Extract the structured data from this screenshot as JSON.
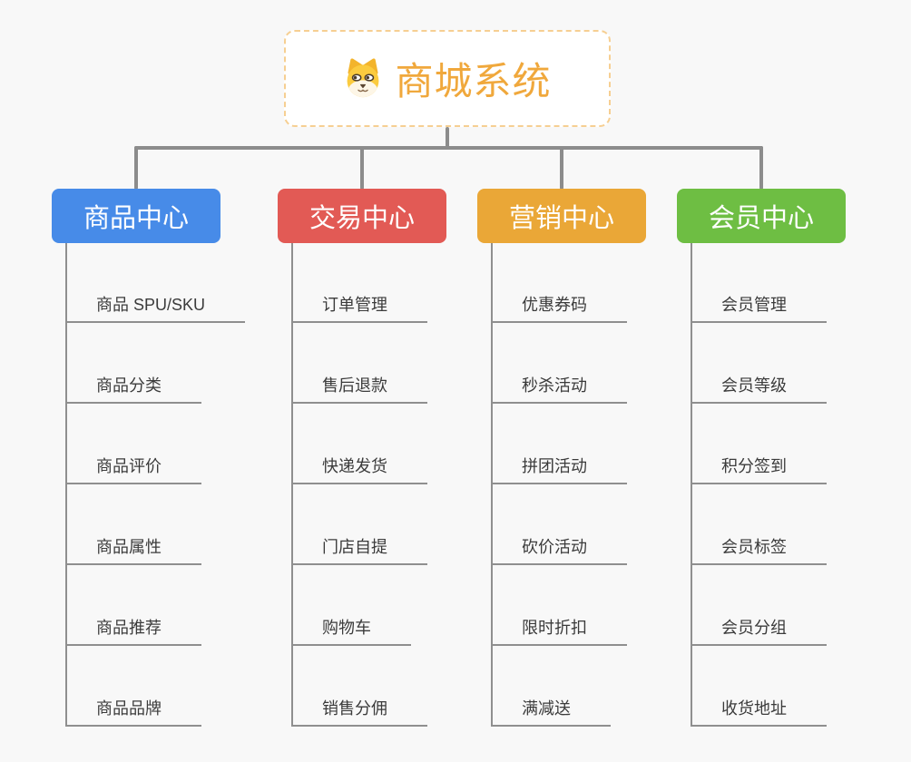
{
  "root": {
    "title": "商城系统",
    "title_color": "#f0a83c",
    "border_color": "#f6cf92",
    "icon": "dog-icon"
  },
  "colors": {
    "background": "#f8f8f8",
    "connector": "#8c8c8c",
    "child_line": "#8f8f8f",
    "child_text": "#3b3b3b"
  },
  "branches": [
    {
      "label": "商品中心",
      "color": "#478be8",
      "children": [
        "商品 SPU/SKU",
        "商品分类",
        "商品评价",
        "商品属性",
        "商品推荐",
        "商品品牌"
      ]
    },
    {
      "label": "交易中心",
      "color": "#e25a55",
      "children": [
        "订单管理",
        "售后退款",
        "快递发货",
        "门店自提",
        "购物车",
        "销售分佣"
      ]
    },
    {
      "label": "营销中心",
      "color": "#eaa737",
      "children": [
        "优惠券码",
        "秒杀活动",
        "拼团活动",
        "砍价活动",
        "限时折扣",
        "满减送"
      ]
    },
    {
      "label": "会员中心",
      "color": "#6ebe43",
      "children": [
        "会员管理",
        "会员等级",
        "积分签到",
        "会员标签",
        "会员分组",
        "收货地址"
      ]
    }
  ]
}
